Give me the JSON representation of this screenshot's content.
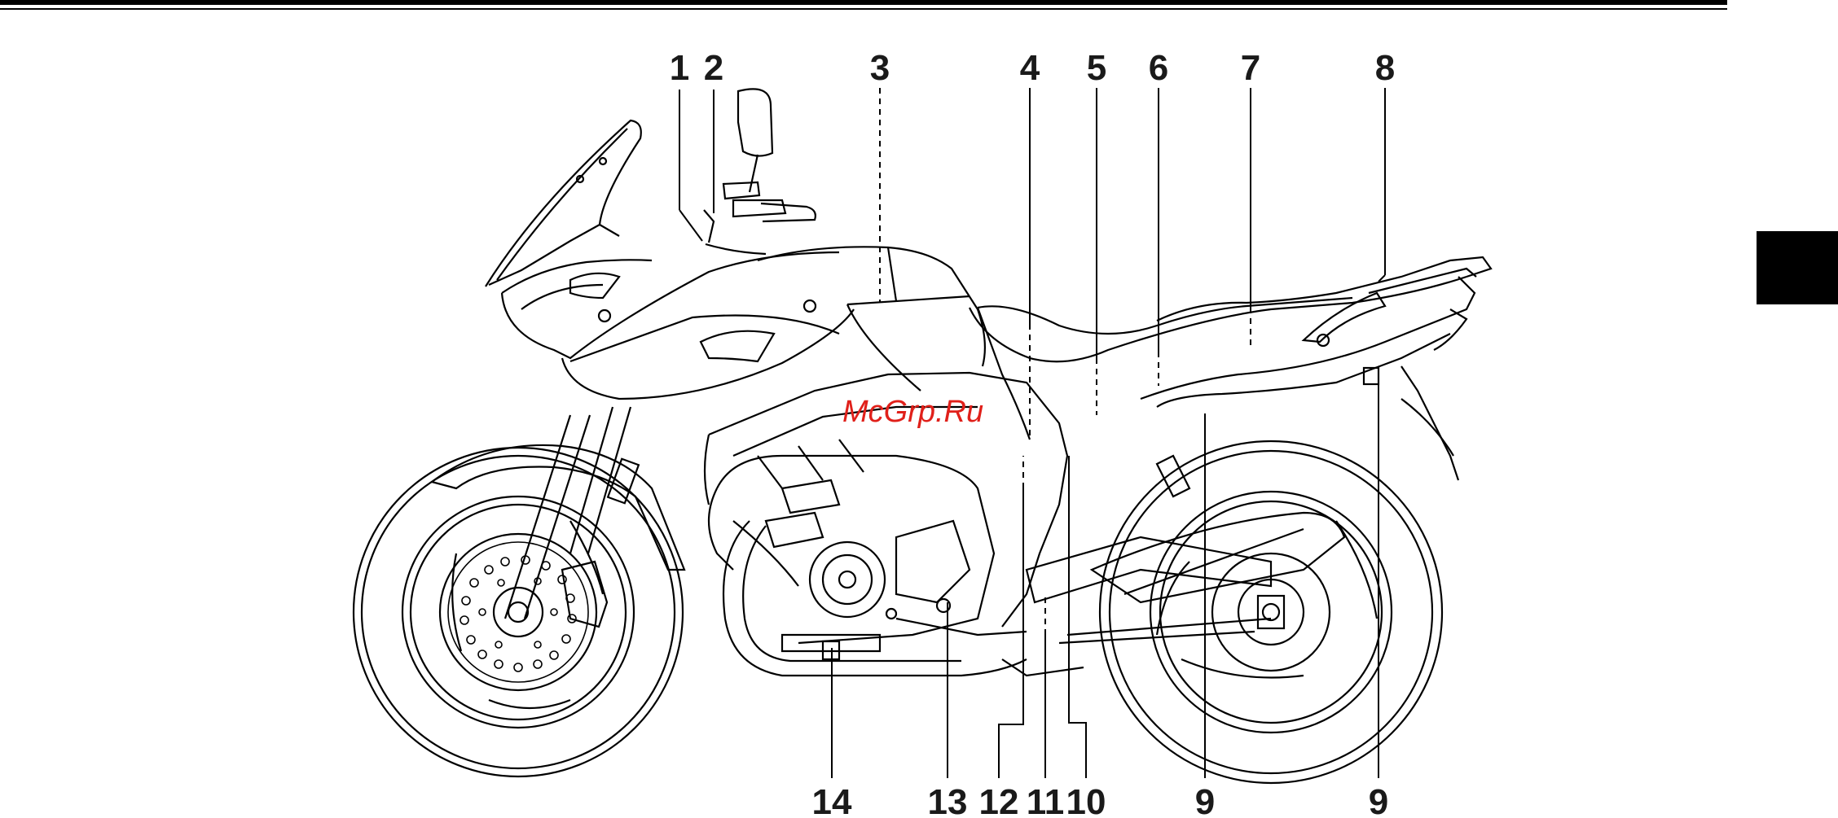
{
  "callouts": {
    "top": [
      "1",
      "2",
      "3",
      "4",
      "5",
      "6",
      "7",
      "8"
    ],
    "bottom": [
      "14",
      "13",
      "12",
      "11",
      "10",
      "9",
      "9"
    ]
  },
  "watermark": "McGrp.Ru",
  "colors": {
    "line": "#000000",
    "watermark": "#e0201a",
    "tab": "#000000"
  }
}
